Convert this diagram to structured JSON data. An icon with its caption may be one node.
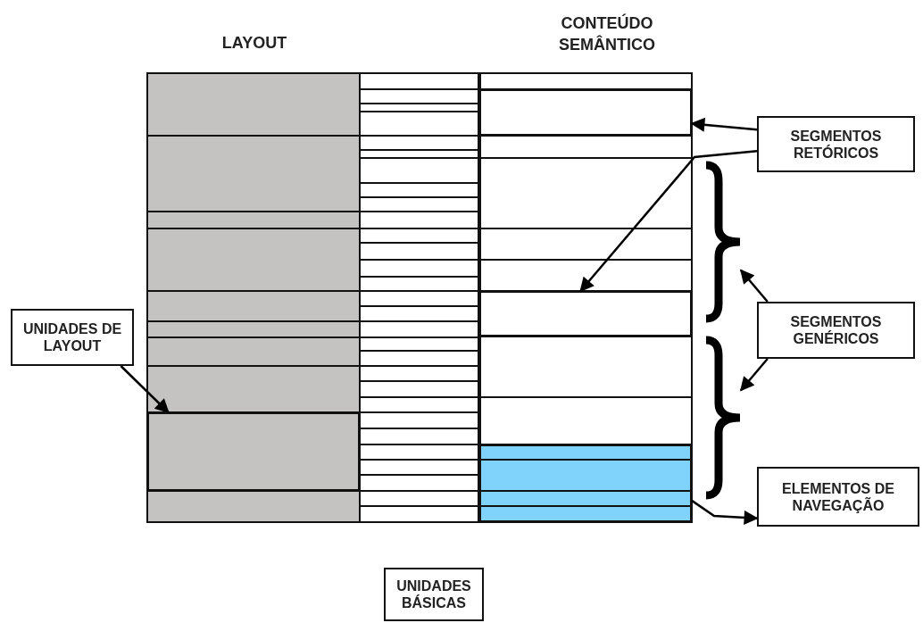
{
  "diagram": {
    "nodes": [
      {
        "text": [
          "SEGMENTOS RETÓRICOS"
        ]
      },
      {
        "text": [
          "UNIDADES DE LAYOUT"
        ]
      },
      {
        "text": [
          "SEGMENTOS GENÉRICOS"
        ]
      },
      {
        "text": [
          "ELEMENTOS DE NAVEGAÇÃO"
        ]
      },
      {
        "text": [
          "UNIDADES BÁSICAS"
        ]
      },
      {
        "text": [],
        "shape": "box"
      },
      {
        "text": [],
        "shape": "box"
      },
      {
        "text": [],
        "shape": "box"
      },
      {
        "text": [],
        "shape": "brace"
      },
      {
        "text": [],
        "shape": "brace"
      },
      {
        "text": [],
        "shape": "box"
      }
    ],
    "edges": [
      {
        "from": 0,
        "to": 5,
        "arrow": "to"
      },
      {
        "from": 0,
        "to": 6,
        "arrow": "to"
      },
      {
        "from": 1,
        "to": 7,
        "arrow": "to"
      },
      {
        "from": 2,
        "to": 8,
        "arrow": "to"
      },
      {
        "from": 2,
        "to": 9,
        "arrow": "to"
      },
      {
        "from": 10,
        "to": 3,
        "arrow": "to"
      }
    ],
    "labels": [
      "LAYOUT",
      "CONTEÚDO SEMÂNTICO"
    ]
  }
}
